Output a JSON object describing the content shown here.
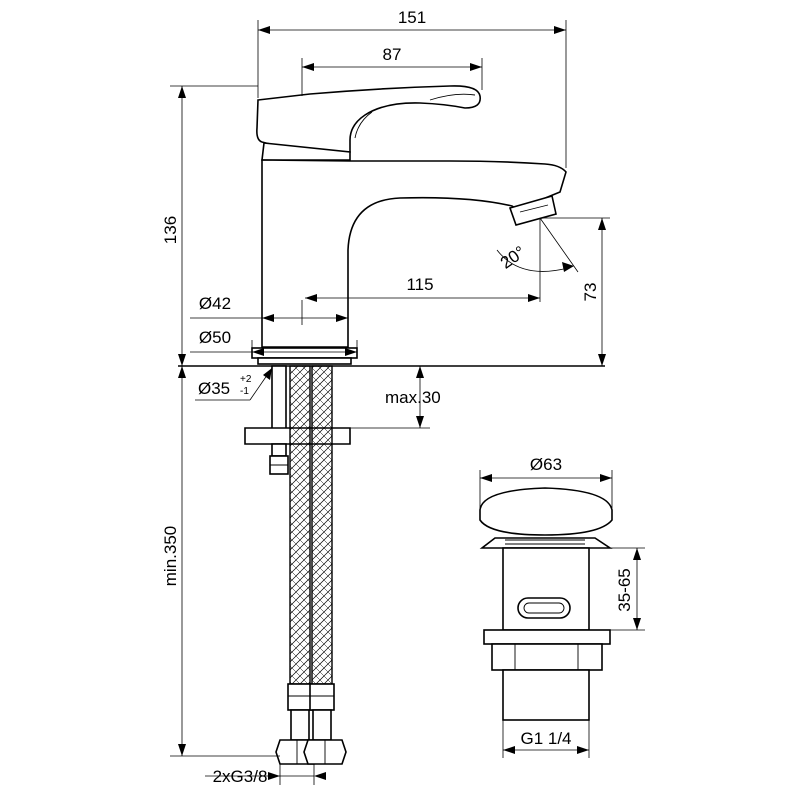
{
  "dimensions": {
    "total_width": "151",
    "lever_width": "87",
    "height": "136",
    "spout_reach": "115",
    "spout_height": "73",
    "spout_angle": "20°",
    "body_diameter_top": "Ø42",
    "body_diameter_base": "Ø50",
    "hole_diameter": "Ø35",
    "hole_tol_plus": "+2",
    "hole_tol_minus": "-1",
    "deck_thickness": "max.30",
    "hose_length": "min.350",
    "hose_connection": "2xG3/8",
    "waste_diameter": "Ø63",
    "waste_height": "35-65",
    "waste_thread": "G1 1/4"
  },
  "colors": {
    "line": "#000000",
    "background": "#ffffff"
  }
}
